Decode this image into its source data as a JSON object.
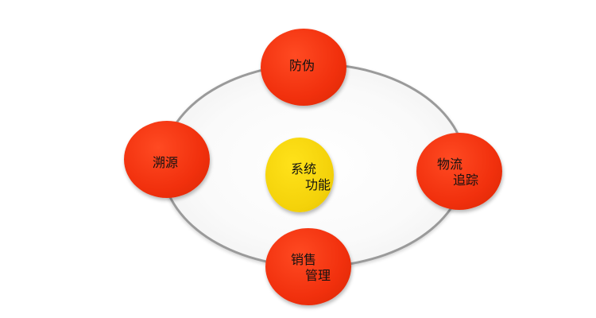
{
  "diagram": {
    "center": {
      "line1": "系统",
      "line2": "功能"
    },
    "nodes": [
      {
        "line1": "防伪"
      },
      {
        "line1": "溯源"
      },
      {
        "line1": "物流",
        "line2": "追踪"
      },
      {
        "line1": "销售",
        "line2": "管理"
      }
    ]
  },
  "colors": {
    "node_red": "#f1300d",
    "center_yellow": "#f4d20a",
    "ring_stroke": "#9a9a9a"
  }
}
